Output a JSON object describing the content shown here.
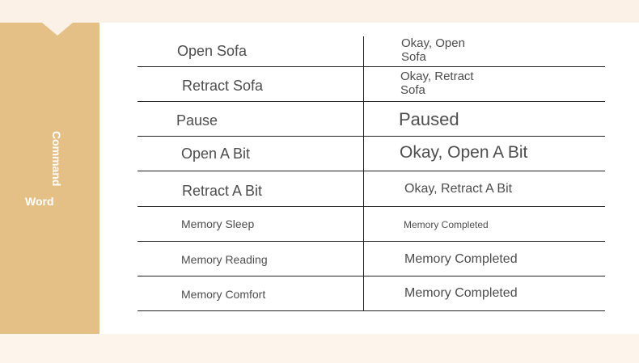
{
  "sidebar": {
    "word_label": "Word",
    "command_label": "Command"
  },
  "table": {
    "rows": [
      {
        "command": "Open Sofa",
        "response": "Okay, Open\nSofa"
      },
      {
        "command": "Retract Sofa",
        "response": "Okay, Retract\nSofa"
      },
      {
        "command": "Pause",
        "response": "Paused"
      },
      {
        "command": "Open A Bit",
        "response": "Okay, Open A Bit"
      },
      {
        "command": "Retract A Bit",
        "response": "Okay, Retract A Bit"
      },
      {
        "command": "Memory Sleep",
        "response": "Memory Completed"
      },
      {
        "command": "Memory Reading",
        "response": "Memory Completed"
      },
      {
        "command": "Memory Comfort",
        "response": "Memory Completed"
      }
    ]
  }
}
